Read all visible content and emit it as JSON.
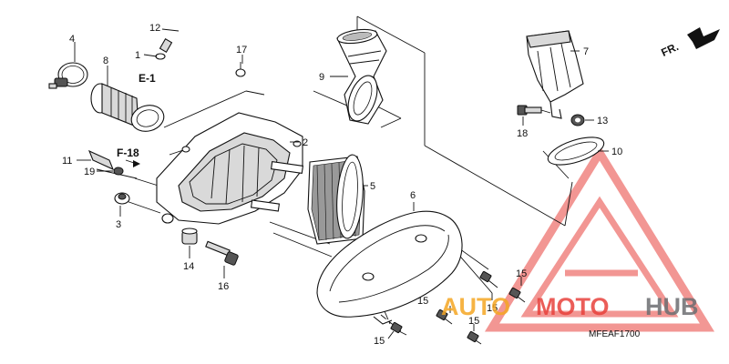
{
  "diagram": {
    "code": "MFEAF1700",
    "direction_label": "FR.",
    "refs": {
      "e1": "E-1",
      "f18": "F-18"
    },
    "callouts": {
      "c1": "1",
      "c2": "2",
      "c3": "3",
      "c4": "4",
      "c5": "5",
      "c6": "6",
      "c7": "7",
      "c8": "8",
      "c9": "9",
      "c10": "10",
      "c11": "11",
      "c12": "12",
      "c13": "13",
      "c14": "14",
      "c15a": "15",
      "c15b": "15",
      "c15c": "15",
      "c15d": "15",
      "c15e": "15",
      "c16": "16",
      "c17": "17",
      "c18": "18",
      "c19": "19"
    }
  },
  "watermark": {
    "part1": "AUTO",
    "part2": "MOTO",
    "part3": "HUB",
    "colors": {
      "red": "#e8413c",
      "orange": "#f5a623",
      "gray": "#6d6e71"
    }
  }
}
